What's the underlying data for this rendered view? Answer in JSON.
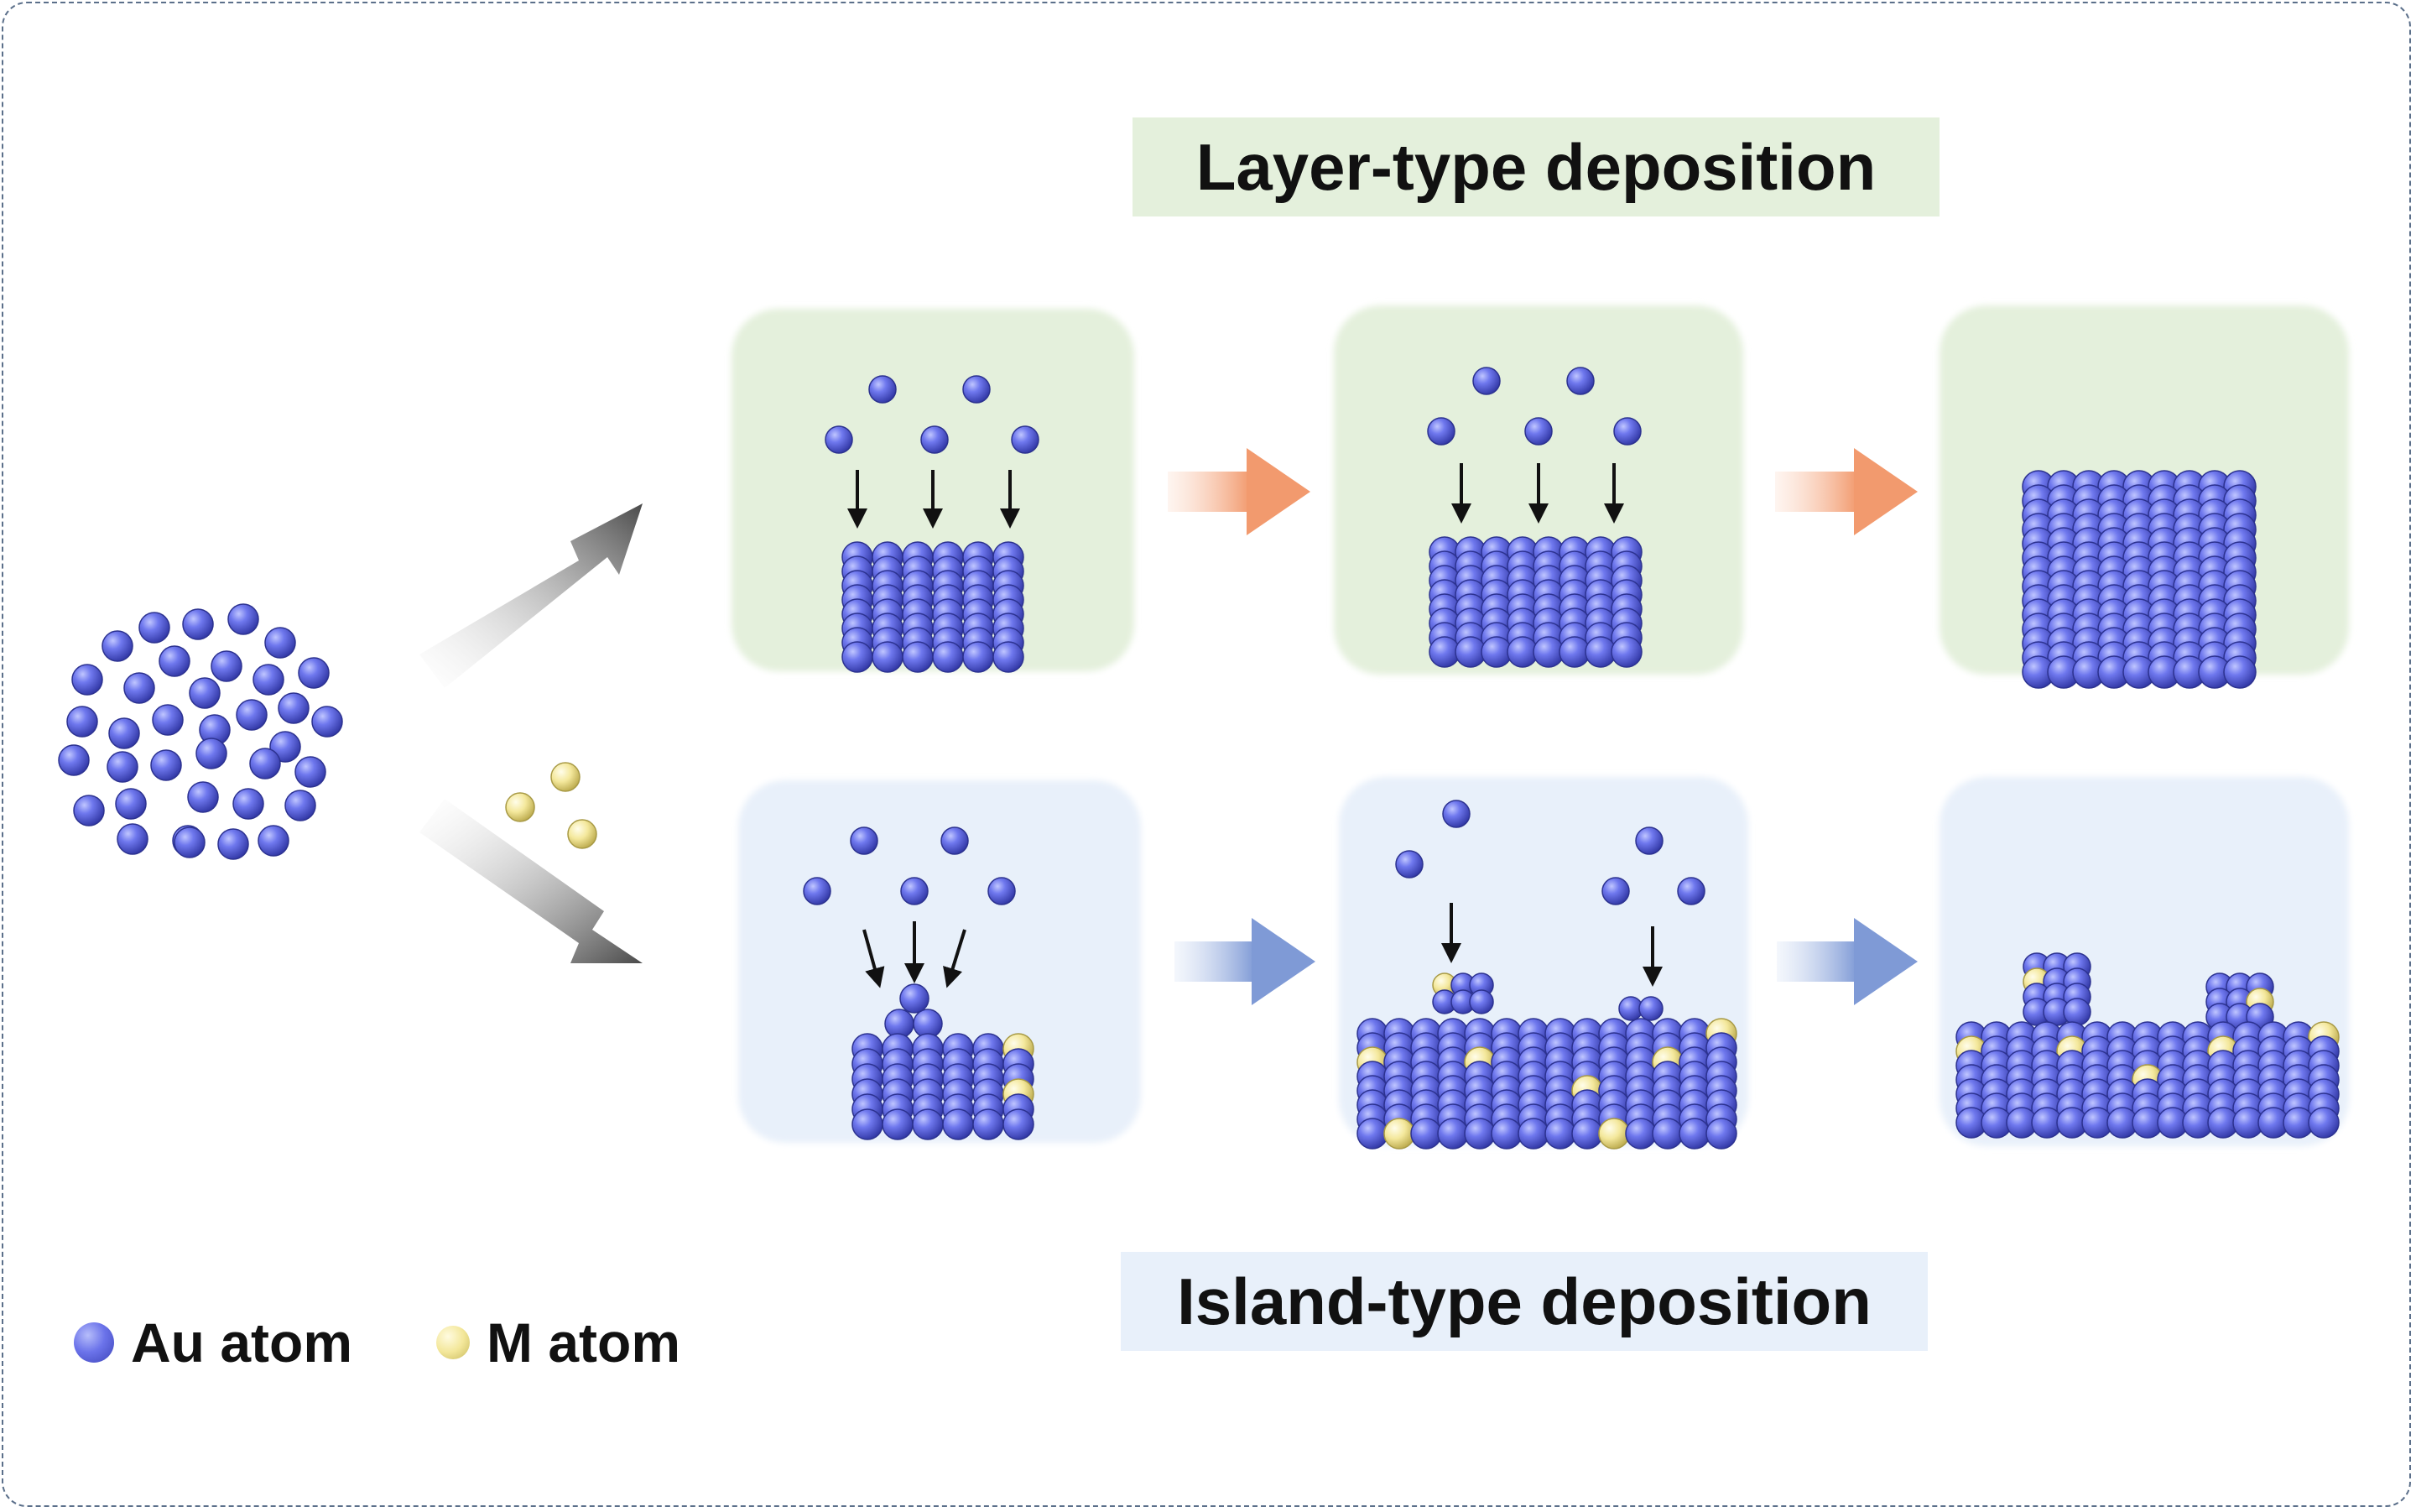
{
  "titles": {
    "layer": "Layer-type deposition",
    "island": "Island-type deposition"
  },
  "legend": {
    "au": "Au atom",
    "m": "M atom"
  },
  "colors": {
    "au_atom": "#6b73ea",
    "m_atom": "#f3e79a",
    "layer_panel": "#e4f0dc",
    "island_panel": "#e8f0fa",
    "layer_arrow": "#f2a57e",
    "island_arrow": "#8fa8dc",
    "branch_arrow": "#555555"
  }
}
